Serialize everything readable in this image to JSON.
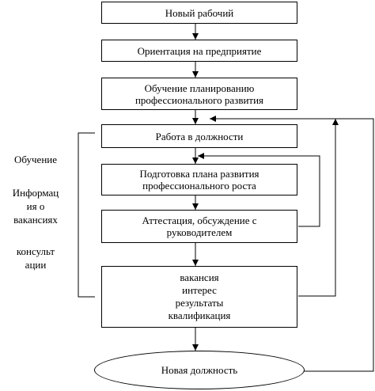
{
  "boxes": {
    "new_worker": "Новый рабочий",
    "orientation": "Ориентация на предприятие",
    "training_line1": "Обучение планированию",
    "training_line2": "профессионального развития",
    "work_in_position": "Работа в должности",
    "plan_line1": "Подготовка плана развития",
    "plan_line2": "профессионального роста",
    "attestation_line1": "Аттестация, обсуждение с",
    "attestation_line2": "руководителем",
    "vacancy": "вакансия",
    "interest": "интерес",
    "results": "результаты",
    "qualification": "квалификация"
  },
  "ellipse": {
    "new_position": "Новая должность"
  },
  "side_labels": {
    "training": "Обучение",
    "info_line1": "Информац",
    "info_line2": "ия о",
    "info_line3": "вакансиях",
    "consult_line1": "консульт",
    "consult_line2": "ации"
  }
}
